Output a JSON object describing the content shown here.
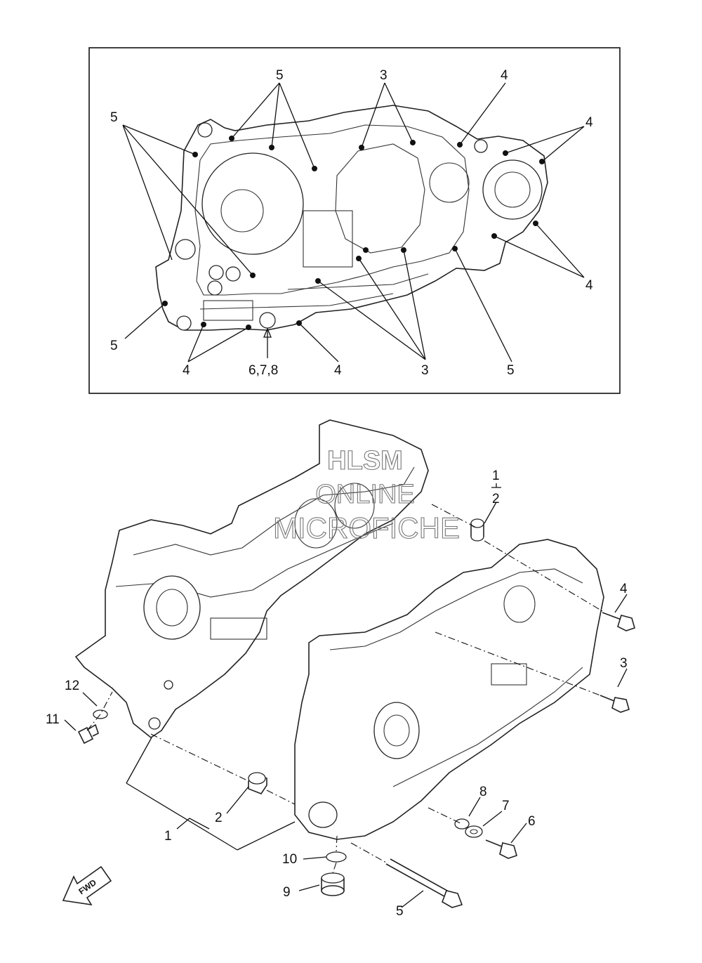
{
  "watermark": [
    "HLSM",
    "ONLINE",
    "MICROFICHE"
  ],
  "inset": {
    "callouts": [
      "5",
      "3",
      "4",
      "5",
      "4",
      "4",
      "5",
      "4",
      "6,7,8",
      "4",
      "3",
      "5"
    ]
  },
  "exploded": {
    "callouts": [
      "1",
      "2",
      "4",
      "3",
      "12",
      "11",
      "8",
      "7",
      "6",
      "2",
      "1",
      "10",
      "9",
      "5"
    ]
  },
  "fwd_label": "FWD"
}
